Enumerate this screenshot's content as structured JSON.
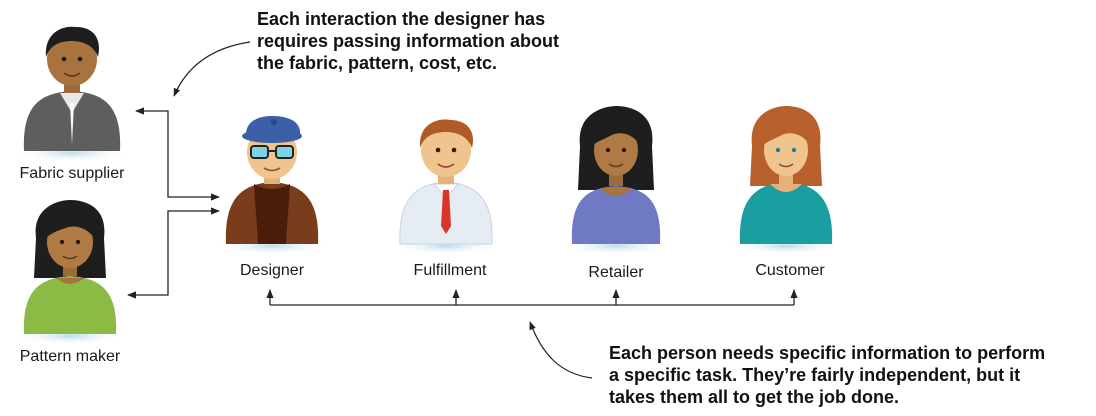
{
  "annotations": {
    "top_note": [
      "Each interaction the designer has",
      "requires passing information about",
      "the fabric, pattern, cost, etc."
    ],
    "bottom_note": [
      "Each person needs specific information to perform",
      "a specific task. They’re fairly independent, but it",
      "takes them all to get the job done."
    ]
  },
  "people": {
    "fabric_supplier": {
      "label": "Fabric supplier"
    },
    "pattern_maker": {
      "label": "Pattern maker"
    },
    "designer": {
      "label": "Designer"
    },
    "fulfillment": {
      "label": "Fulfillment"
    },
    "retailer": {
      "label": "Retailer"
    },
    "customer": {
      "label": "Customer"
    }
  },
  "colors": {
    "connector": "#222222",
    "fabric_supplier_shirt": "#5e5e5e",
    "pattern_maker_shirt": "#8cbb45",
    "designer_shirt": "#7a3d1c",
    "fulfillment_shirt": "#e6ecf3",
    "retailer_shirt": "#6f79c4",
    "customer_shirt": "#1a9ea0"
  },
  "icons": [
    "person-icon"
  ]
}
